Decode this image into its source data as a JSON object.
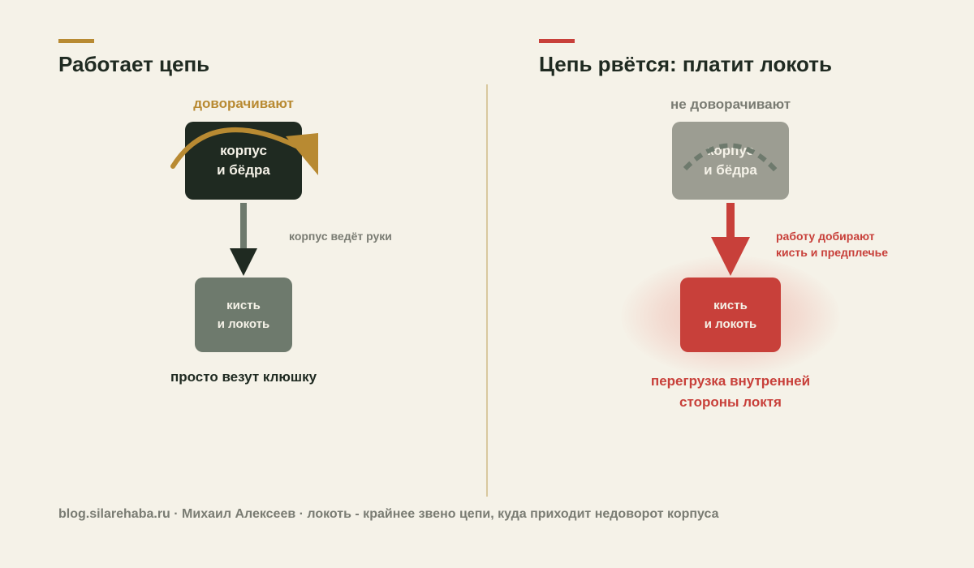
{
  "colors": {
    "background": "#f5f2e8",
    "gold": "#b88a32",
    "red": "#c8403a",
    "dark_green": "#1f2a21",
    "gray_green": "#6e7a6d",
    "muted_gray": "#9c9d92",
    "footer_gray": "#7a7c73"
  },
  "left": {
    "title": "Работает цепь",
    "rotation_label": "доворачивают",
    "top_box": {
      "line1": "корпус",
      "line2": "и бёдра"
    },
    "arrow_label": "корпус ведёт руки",
    "bottom_box": {
      "line1": "кисть",
      "line2": "и локоть"
    },
    "caption": "просто везут клюшку"
  },
  "right": {
    "title": "Цепь рвётся: платит локоть",
    "rotation_label": "не доворачивают",
    "top_box": {
      "line1": "корпус",
      "line2": "и бёдра"
    },
    "arrow_label": {
      "line1": "работу добирают",
      "line2": "кисть и предплечье"
    },
    "bottom_box": {
      "line1": "кисть",
      "line2": "и локоть"
    },
    "caption": {
      "line1": "перегрузка внутренней",
      "line2": "стороны локтя"
    }
  },
  "icons": {
    "left_rotation": "curved-arrow-icon",
    "right_rotation": "dashed-arc-icon",
    "left_down": "down-arrow-icon",
    "right_down": "down-arrow-icon"
  },
  "footer": "blog.silarehaba.ru · Михаил Алексеев · локоть - крайнее звено цепи, куда приходит недоворот корпуса"
}
